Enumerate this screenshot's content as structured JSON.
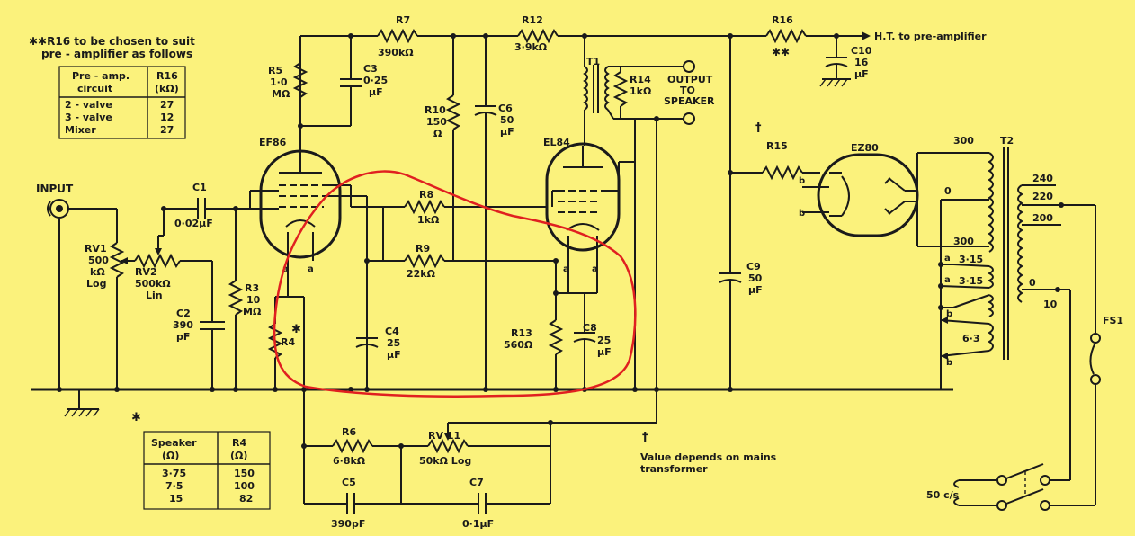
{
  "note_r16": {
    "title_line1": "✱✱R16  to be chosen to suit",
    "title_line2": "pre - amplifier as follows",
    "headers": [
      "Pre - amp. circuit",
      "R16 (kΩ)"
    ],
    "header_lines": [
      [
        "Pre - amp.",
        "circuit"
      ],
      [
        "R16",
        "(kΩ)"
      ]
    ],
    "rows": [
      [
        "2 - valve",
        "27"
      ],
      [
        "3 - valve",
        "12"
      ],
      [
        "Mixer",
        "27"
      ]
    ]
  },
  "note_r4": {
    "star": "✱",
    "header_lines": [
      [
        "Speaker",
        "(Ω)"
      ],
      [
        "R4",
        "(Ω)"
      ]
    ],
    "rows": [
      [
        "3·75",
        "150"
      ],
      [
        "7·5",
        "100"
      ],
      [
        "15",
        "82"
      ]
    ]
  },
  "mains_note": {
    "dagger": "†",
    "line1": "Value depends on mains",
    "line2": "transformer"
  },
  "labels": {
    "input": "INPUT",
    "output_line1": "OUTPUT",
    "output_line2": "TO",
    "output_line3": "SPEAKER",
    "ht": "H.T. to pre-amplifier",
    "mains": "50 c/s",
    "fuse": "FS1"
  },
  "components": {
    "R7": [
      "R7",
      "390kΩ"
    ],
    "R12": [
      "R12",
      "3·9kΩ"
    ],
    "R16": [
      "R16",
      "✱✱"
    ],
    "C10": [
      "C10",
      "16",
      "μF"
    ],
    "R5": [
      "R5",
      "1·0",
      "MΩ"
    ],
    "C3": [
      "C3",
      "0·25",
      "μF"
    ],
    "R10": [
      "R10",
      "150",
      "Ω"
    ],
    "C6": [
      "C6",
      "50",
      "μF"
    ],
    "T1": "T1",
    "R14": [
      "R14",
      "1kΩ"
    ],
    "EF86": "EF86",
    "EL84": "EL84",
    "EZ80": "EZ80",
    "R15": [
      "†",
      "R15"
    ],
    "T2": "T2",
    "C1": [
      "C1",
      "0·02μF"
    ],
    "R8": [
      "R8",
      "1kΩ"
    ],
    "R9": [
      "R9",
      "22kΩ"
    ],
    "RV1": [
      "RV1",
      "500",
      "kΩ",
      "Log"
    ],
    "RV2": [
      "RV2",
      "500kΩ",
      "Lin"
    ],
    "C2": [
      "C2",
      "390",
      "pF"
    ],
    "R3": [
      "R3",
      "10",
      "MΩ"
    ],
    "R4": [
      "✱",
      "R4"
    ],
    "C4": [
      "C4",
      "25",
      "μF"
    ],
    "R13": [
      "R13",
      "560Ω"
    ],
    "C8": [
      "C8",
      "25",
      "μF"
    ],
    "C9": [
      "C9",
      "50",
      "μF"
    ],
    "R6": [
      "R6",
      "6·8kΩ"
    ],
    "RV11": [
      "RV 11",
      "50kΩ Log"
    ],
    "C5": [
      "C5",
      "390pF"
    ],
    "C7": [
      "C7",
      "0·1μF"
    ],
    "pins": [
      "a",
      "a",
      "a",
      "a",
      "b",
      "b",
      "a",
      "a",
      "b",
      "b"
    ],
    "t2_taps": [
      "300",
      "240",
      "220",
      "200",
      "300",
      "3·15",
      "3·15",
      "6·3",
      "0",
      "0",
      "10"
    ]
  }
}
